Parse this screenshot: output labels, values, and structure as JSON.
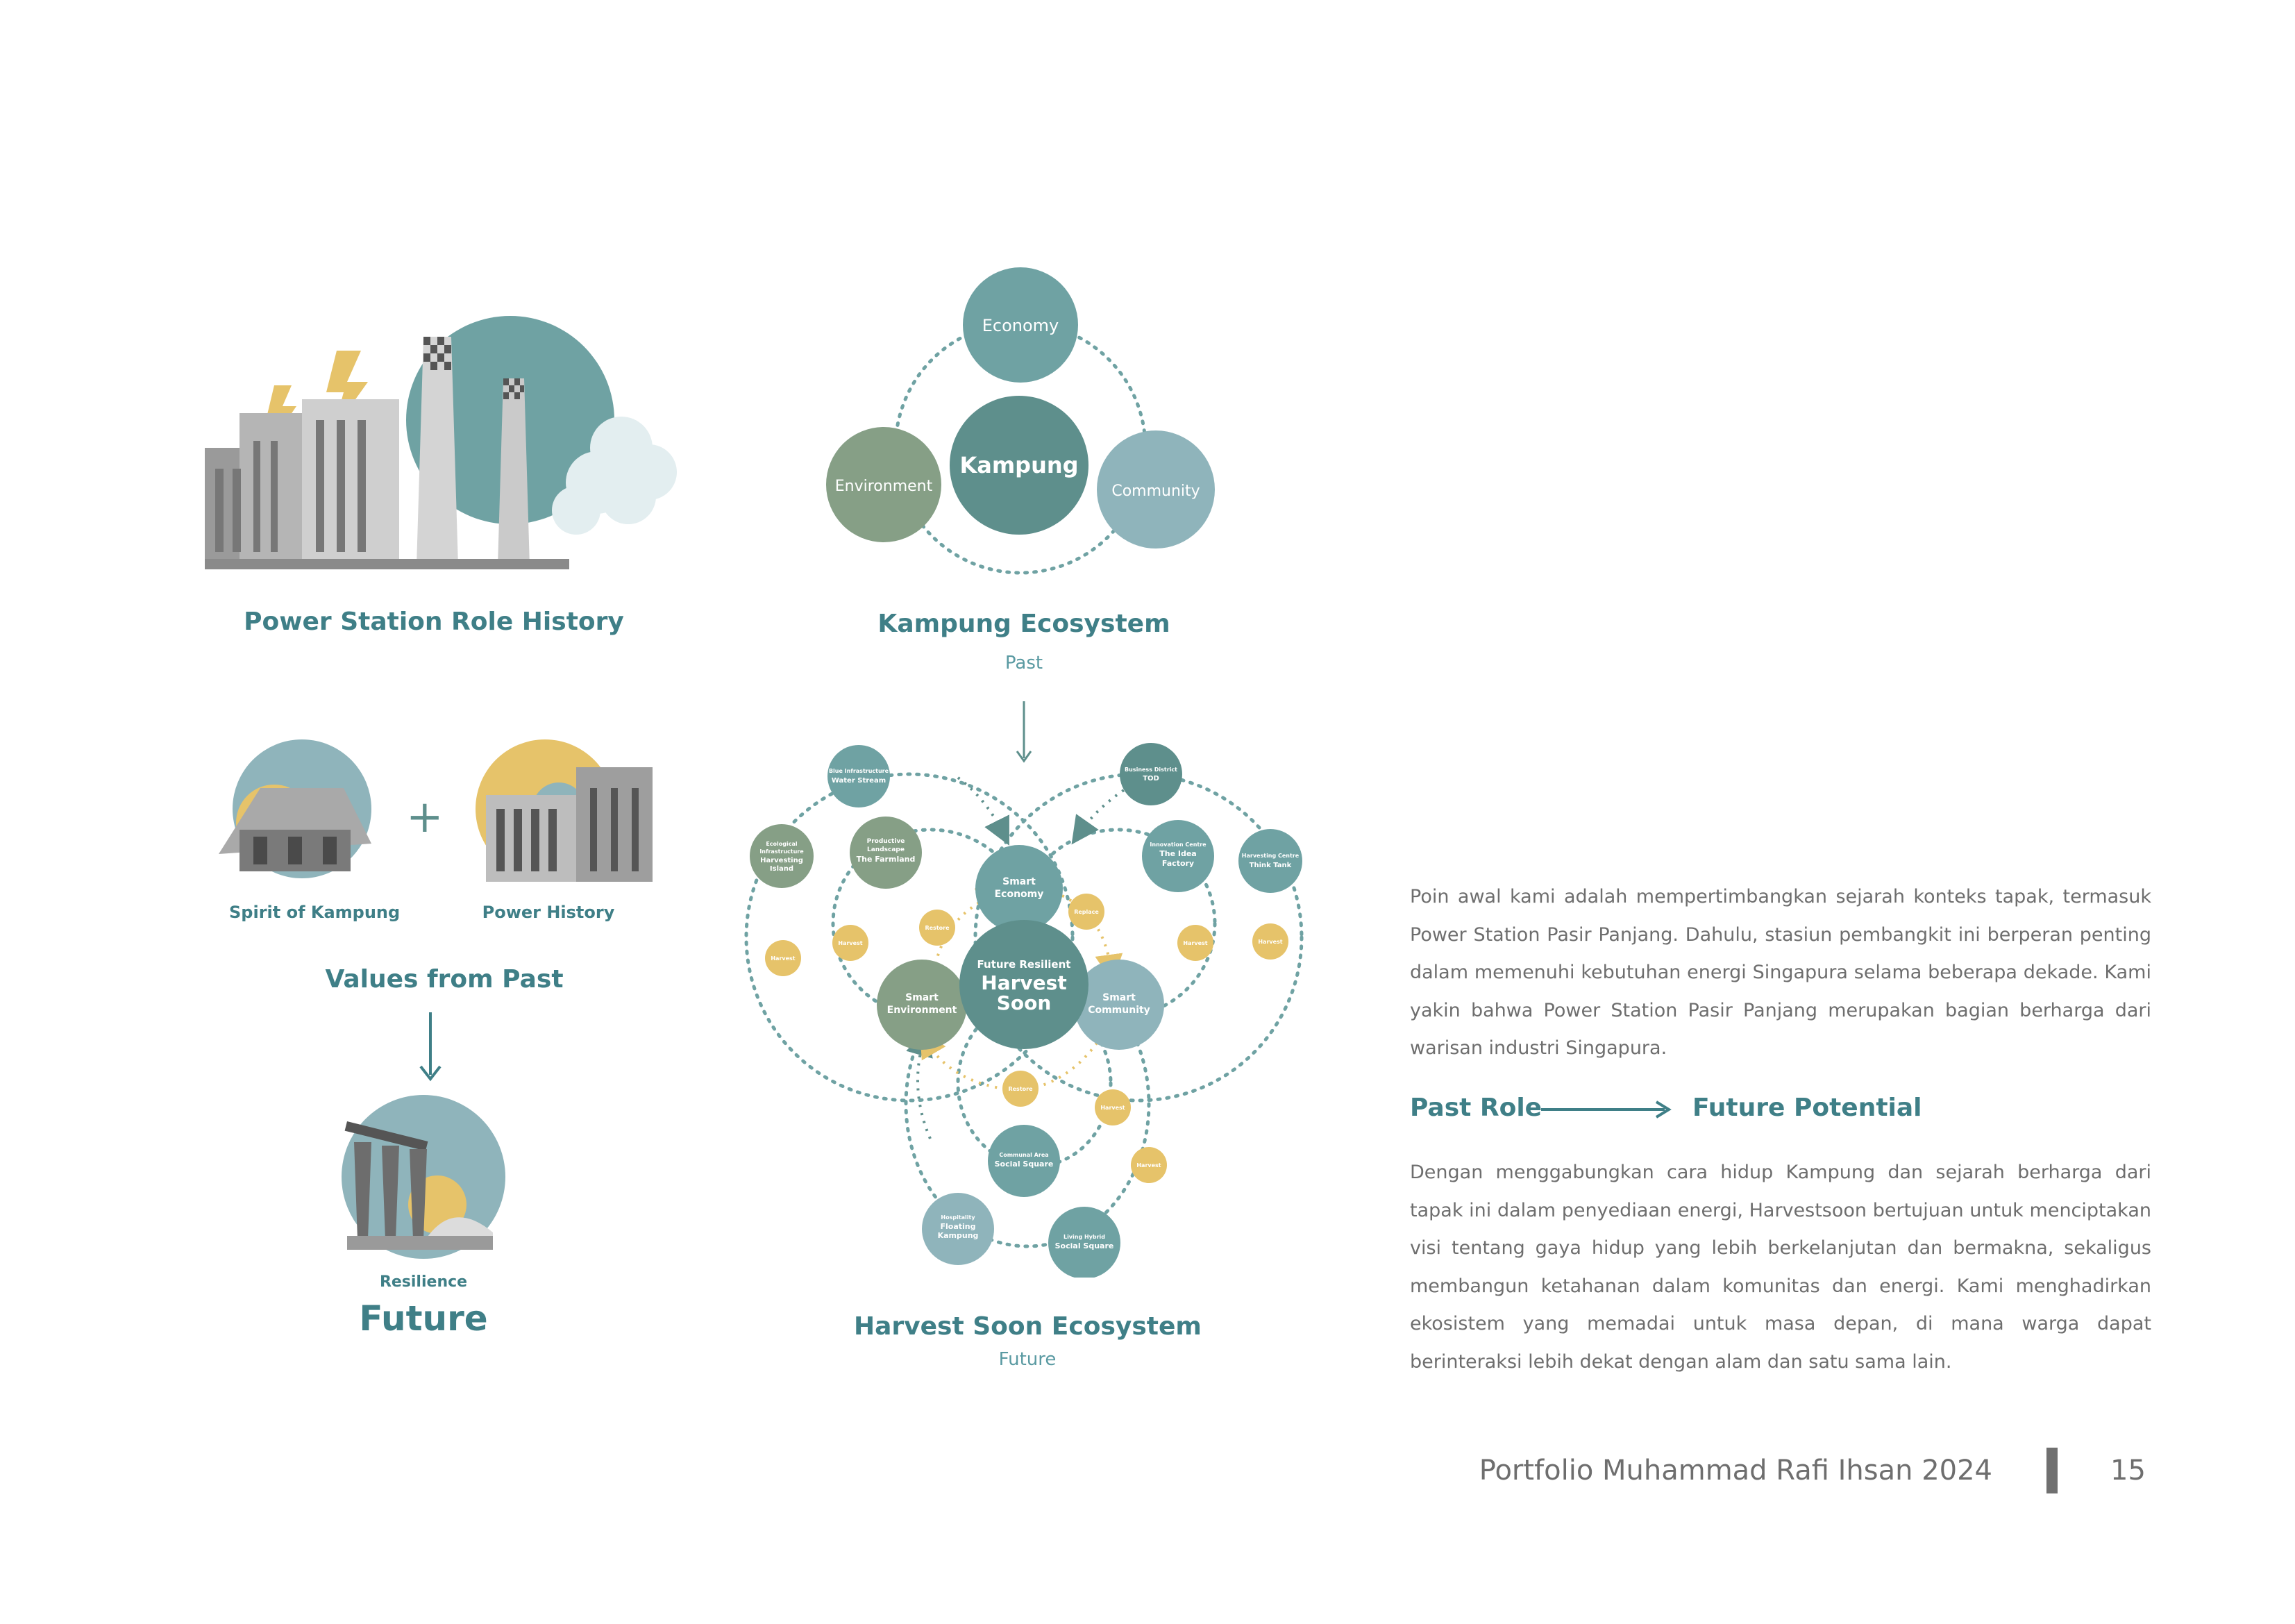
{
  "left": {
    "power_station_title": "Power Station Role History",
    "spirit_label": "Spirit of Kampung",
    "power_label": "Power History",
    "plus": "+",
    "values_title": "Values from Past",
    "resilience_label": "Resilience",
    "future_title": "Future"
  },
  "kampung": {
    "title": "Kampung Ecosystem",
    "subtitle": "Past",
    "center": "Kampung",
    "economy": "Economy",
    "environment": "Environment",
    "community": "Community"
  },
  "harvest": {
    "title": "Harvest Soon Ecosystem",
    "subtitle": "Future",
    "center_top": "Future Resilient",
    "center_l1": "Harvest",
    "center_l2": "Soon",
    "smart_economy": [
      "Smart",
      "Economy"
    ],
    "smart_environment": [
      "Smart",
      "Environment"
    ],
    "smart_community": [
      "Smart",
      "Community"
    ],
    "water_stream": [
      "Blue Infrastructure",
      "Water Stream"
    ],
    "harvesting_island": [
      "Ecological",
      "Infrastructure",
      "Harvesting",
      "Island"
    ],
    "farmland": [
      "Productive",
      "Landscape",
      "The Farmland"
    ],
    "tod": [
      "Business District",
      "TOD"
    ],
    "idea_factory": [
      "Innovation Centre",
      "The Idea",
      "Factory"
    ],
    "think_tank": [
      "Harvesting Centre",
      "Think Tank"
    ],
    "communal_square": [
      "Communal Area",
      "Social Square"
    ],
    "floating_kampung": [
      "Hospitality",
      "Floating",
      "Kampung"
    ],
    "living_hybrid": [
      "Living Hybrid",
      "Social Square"
    ],
    "harvest_label": "Harvest",
    "restore_label": "Restore",
    "replace_label": "Replace"
  },
  "text": {
    "paragraph1": [
      "Poin awal kami adalah mempertimbangkan sejarah konteks tapak, termasuk",
      "Power Station Pasir Panjang. Dahulu, stasiun pembangkit ini berperan penting",
      "dalam memenuhi kebutuhan energi Singapura selama beberapa dekade. Kami",
      "yakin bahwa Power Station Pasir Panjang merupakan bagian berharga dari",
      "warisan industri Singapura."
    ],
    "past_role": "Past Role",
    "future_potential": "Future Potential",
    "paragraph2": [
      "Dengan menggabungkan cara hidup Kampung dan sejarah berharga dari",
      "tapak ini dalam penyediaan energi, Harvestsoon bertujuan untuk menciptakan",
      "visi tentang gaya hidup yang lebih berkelanjutan dan bermakna, sekaligus",
      "membangun ketahanan dalam komunitas dan energi. Kami menghadirkan",
      "ekosistem yang memadai untuk masa depan, di mana warga dapat",
      "berinteraksi lebih dekat dengan alam dan satu sama lain."
    ]
  },
  "footer": {
    "portfolio": "Portfolio Muhammad Rafi Ihsan 2024",
    "page_number": "15"
  },
  "colors": {
    "teal_dark": "#5e8f8c",
    "teal": "#6fa2a3",
    "teal_light": "#8fb4bb",
    "sage": "#869f86",
    "yellow": "#e6c36a",
    "title": "#3f7f87"
  }
}
